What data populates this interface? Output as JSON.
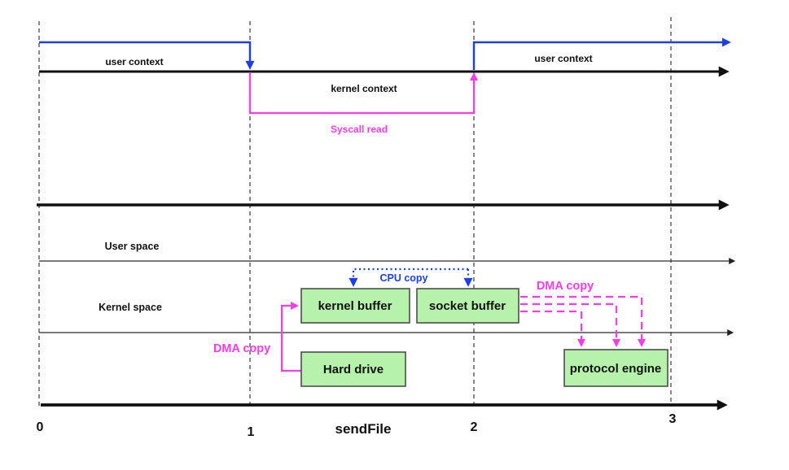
{
  "diagram": {
    "top_timeline": {
      "user_context_left": "user context",
      "kernel_context": "kernel context",
      "syscall_read": "Syscall read",
      "user_context_right": "user context"
    },
    "spaces": {
      "user_space": "User space",
      "kernel_space": "Kernel space"
    },
    "boxes": {
      "kernel_buffer": "kernel buffer",
      "socket_buffer": "socket buffer",
      "hard_drive": "Hard drive",
      "protocol_engine": "protocol engine"
    },
    "copy_labels": {
      "cpu_copy": "CPU copy",
      "dma_copy_disk": "DMA copy",
      "dma_copy_nic": "DMA copy"
    },
    "axis": {
      "ticks": [
        "0",
        "1",
        "2",
        "3"
      ],
      "label": "sendFile"
    },
    "colors": {
      "blue": "#1c3ef0",
      "magenta": "#fd3bec",
      "box_fill": "#b6f2ac",
      "box_border": "#4d4d4d",
      "line_black": "#111111",
      "gridline_gray": "#606060"
    }
  }
}
